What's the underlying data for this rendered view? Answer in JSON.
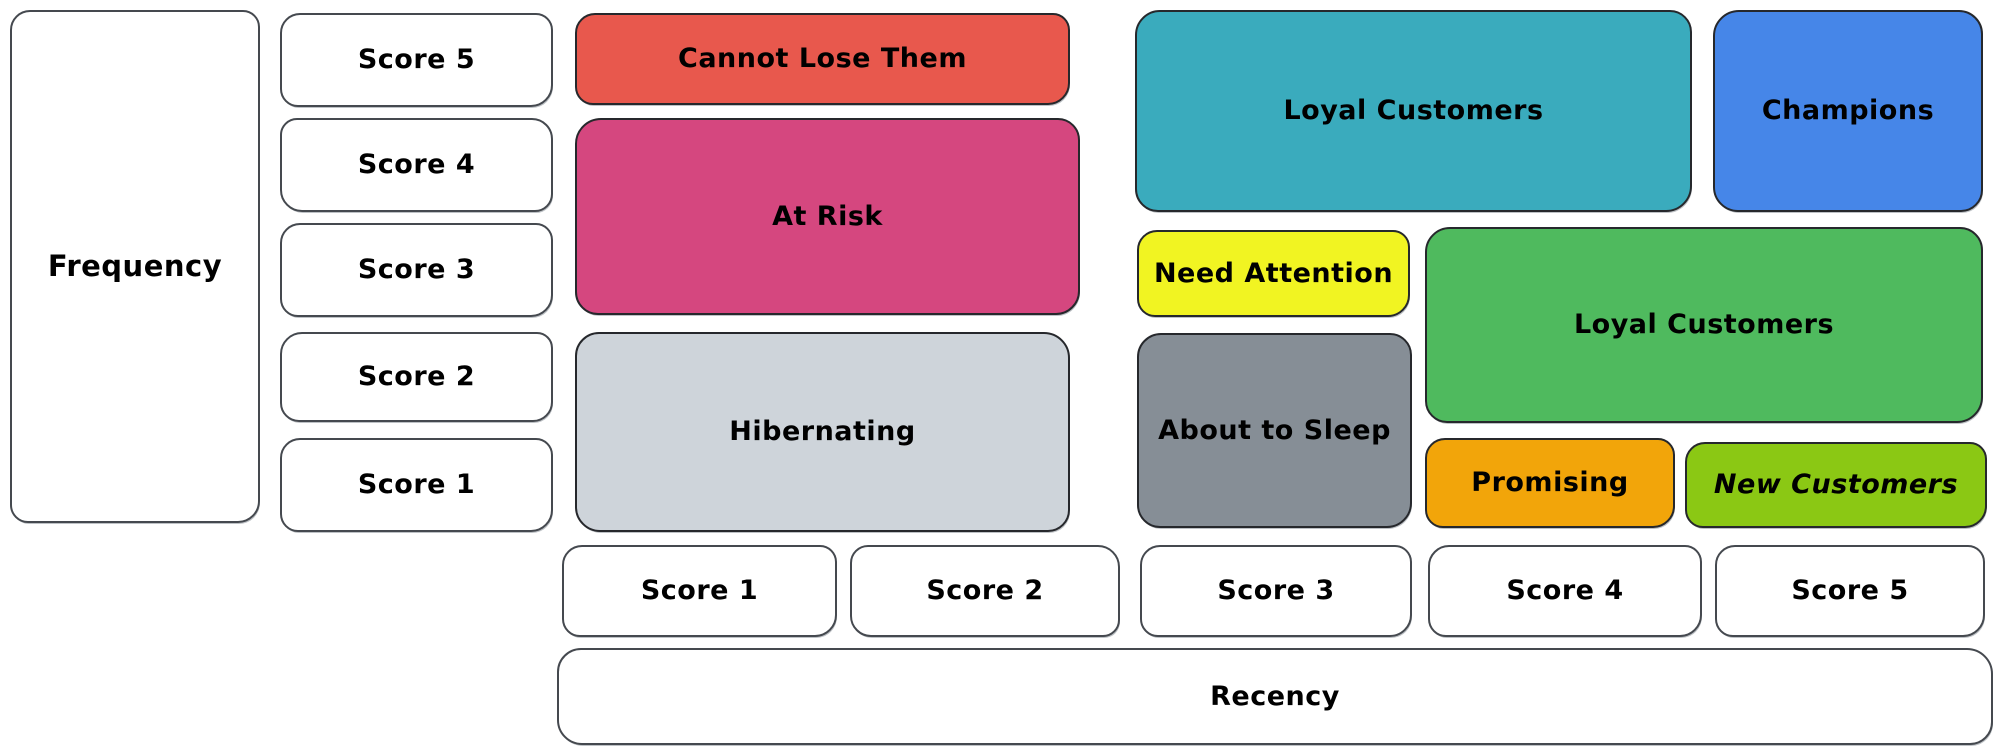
{
  "axes": {
    "frequency": {
      "label": "Frequency",
      "scores": [
        "Score 5",
        "Score 4",
        "Score 3",
        "Score 2",
        "Score 1"
      ]
    },
    "recency": {
      "label": "Recency",
      "scores": [
        "Score 1",
        "Score 2",
        "Score 3",
        "Score 4",
        "Score 5"
      ]
    }
  },
  "segments": [
    {
      "label": "Cannot Lose Them",
      "color": "#e8584d",
      "recency_scores": "1-2",
      "frequency_scores": "5"
    },
    {
      "label": "At Risk",
      "color": "#d5477f",
      "recency_scores": "1-2",
      "frequency_scores": "3-4"
    },
    {
      "label": "Hibernating",
      "color": "#ced4da",
      "recency_scores": "1-2",
      "frequency_scores": "1-2"
    },
    {
      "label": "Loyal Customers",
      "color": "#3aabbd",
      "recency_scores": "3-4",
      "frequency_scores": "4-5"
    },
    {
      "label": "Champions",
      "color": "#4686e8",
      "recency_scores": "5",
      "frequency_scores": "4-5"
    },
    {
      "label": "Need Attention",
      "color": "#f1f422",
      "recency_scores": "3",
      "frequency_scores": "3"
    },
    {
      "label": "About to Sleep",
      "color": "#868e96",
      "recency_scores": "3",
      "frequency_scores": "1-2"
    },
    {
      "label": "Loyal Customers",
      "color": "#4fba5e",
      "recency_scores": "4-5",
      "frequency_scores": "2-3"
    },
    {
      "label": "Promising",
      "color": "#f2a50a",
      "recency_scores": "4",
      "frequency_scores": "1"
    },
    {
      "label": "New Customers",
      "color": "#8bc814",
      "recency_scores": "5",
      "frequency_scores": "1"
    }
  ],
  "colors": {
    "background": "#ffffff",
    "box_border": "#26282c",
    "text": "#000000"
  }
}
